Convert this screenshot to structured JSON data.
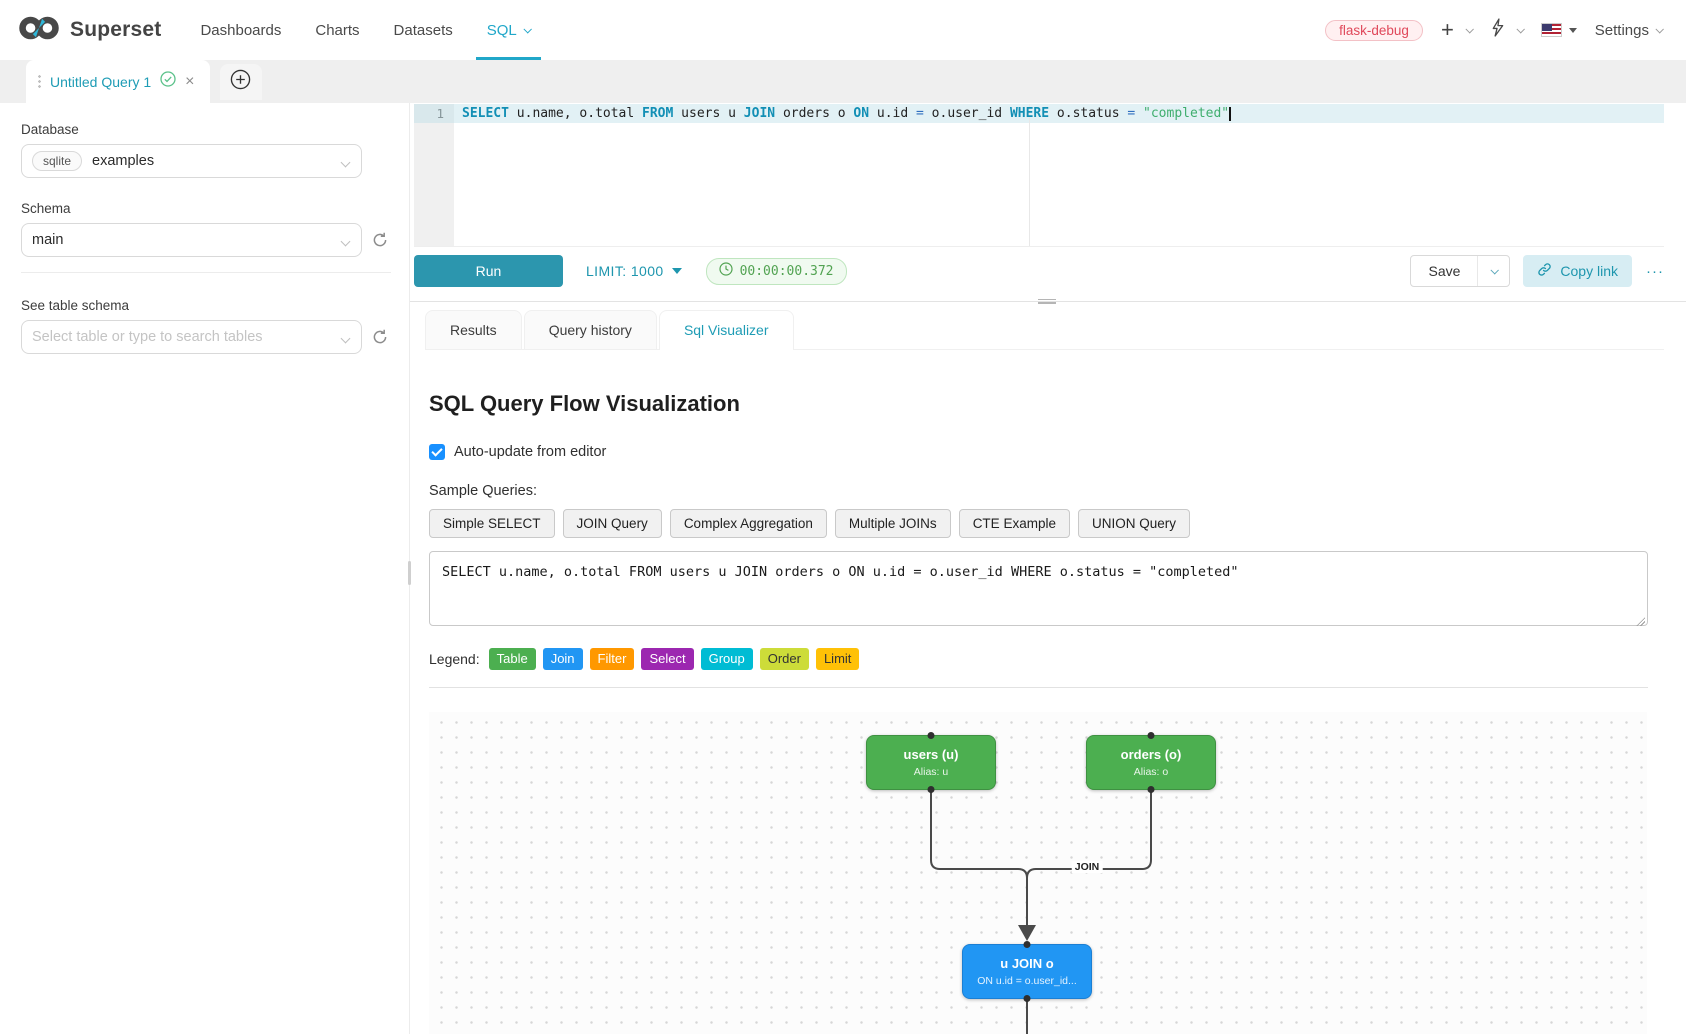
{
  "colors": {
    "accent": "#20a7c9",
    "run_button": "#2c96ae",
    "timer_text": "#52a352",
    "env_badge_text": "#e0485a",
    "node_table": "#4caf50",
    "node_join": "#2196f3",
    "edge": "#4a4a4a"
  },
  "navbar": {
    "brand": "Superset",
    "items": [
      {
        "label": "Dashboards"
      },
      {
        "label": "Charts"
      },
      {
        "label": "Datasets"
      },
      {
        "label": "SQL"
      }
    ],
    "env_badge": "flask-debug",
    "settings_label": "Settings"
  },
  "tabbar": {
    "query_tab": "Untitled Query 1"
  },
  "sidebar": {
    "database_label": "Database",
    "database_engine": "sqlite",
    "database_value": "examples",
    "schema_label": "Schema",
    "schema_value": "main",
    "table_label": "See table schema",
    "table_placeholder": "Select table or type to search tables"
  },
  "editor": {
    "line_number": "1",
    "tokens": [
      {
        "type": "kw",
        "text": "SELECT "
      },
      {
        "type": "plain",
        "text": "u.name, o.total "
      },
      {
        "type": "kw",
        "text": "FROM "
      },
      {
        "type": "plain",
        "text": "users u "
      },
      {
        "type": "kw",
        "text": "JOIN "
      },
      {
        "type": "plain",
        "text": "orders o "
      },
      {
        "type": "kw",
        "text": "ON "
      },
      {
        "type": "plain",
        "text": "u.id "
      },
      {
        "type": "op",
        "text": "= "
      },
      {
        "type": "plain",
        "text": "o.user_id "
      },
      {
        "type": "kw",
        "text": "WHERE "
      },
      {
        "type": "plain",
        "text": "o.status "
      },
      {
        "type": "op",
        "text": "= "
      },
      {
        "type": "str",
        "text": "\"completed\""
      }
    ]
  },
  "toolbar": {
    "run_label": "Run",
    "limit_label": "LIMIT:",
    "limit_value": "1000",
    "timer": "00:00:00.372",
    "save_label": "Save",
    "copy_link_label": "Copy link",
    "more_label": "···"
  },
  "result_tabs": [
    {
      "label": "Results"
    },
    {
      "label": "Query history"
    },
    {
      "label": "Sql Visualizer"
    }
  ],
  "viz": {
    "title": "SQL Query Flow Visualization",
    "auto_update_label": "Auto-update from editor",
    "auto_update_checked": true,
    "samples_label": "Sample Queries:",
    "samples": [
      "Simple SELECT",
      "JOIN Query",
      "Complex Aggregation",
      "Multiple JOINs",
      "CTE Example",
      "UNION Query"
    ],
    "sql_text": "SELECT u.name, o.total FROM users u JOIN orders o ON u.id = o.user_id WHERE o.status = \"completed\"",
    "legend_label": "Legend:",
    "legend": [
      {
        "label": "Table",
        "bg": "#4caf50",
        "fg": "#ffffff"
      },
      {
        "label": "Join",
        "bg": "#2196f3",
        "fg": "#ffffff"
      },
      {
        "label": "Filter",
        "bg": "#ff9800",
        "fg": "#ffffff"
      },
      {
        "label": "Select",
        "bg": "#9c27b0",
        "fg": "#ffffff"
      },
      {
        "label": "Group",
        "bg": "#00bcd4",
        "fg": "#ffffff"
      },
      {
        "label": "Order",
        "bg": "#cddc39",
        "fg": "#333333"
      },
      {
        "label": "Limit",
        "bg": "#ffc107",
        "fg": "#333333"
      }
    ],
    "flow": {
      "nodes": [
        {
          "id": "users",
          "title": "users (u)",
          "subtitle": "Alias: u",
          "type": "table"
        },
        {
          "id": "orders",
          "title": "orders (o)",
          "subtitle": "Alias: o",
          "type": "table"
        },
        {
          "id": "join",
          "title": "u JOIN o",
          "subtitle": "ON u.id = o.user_id...",
          "type": "join"
        }
      ],
      "edge_label": "JOIN"
    }
  }
}
